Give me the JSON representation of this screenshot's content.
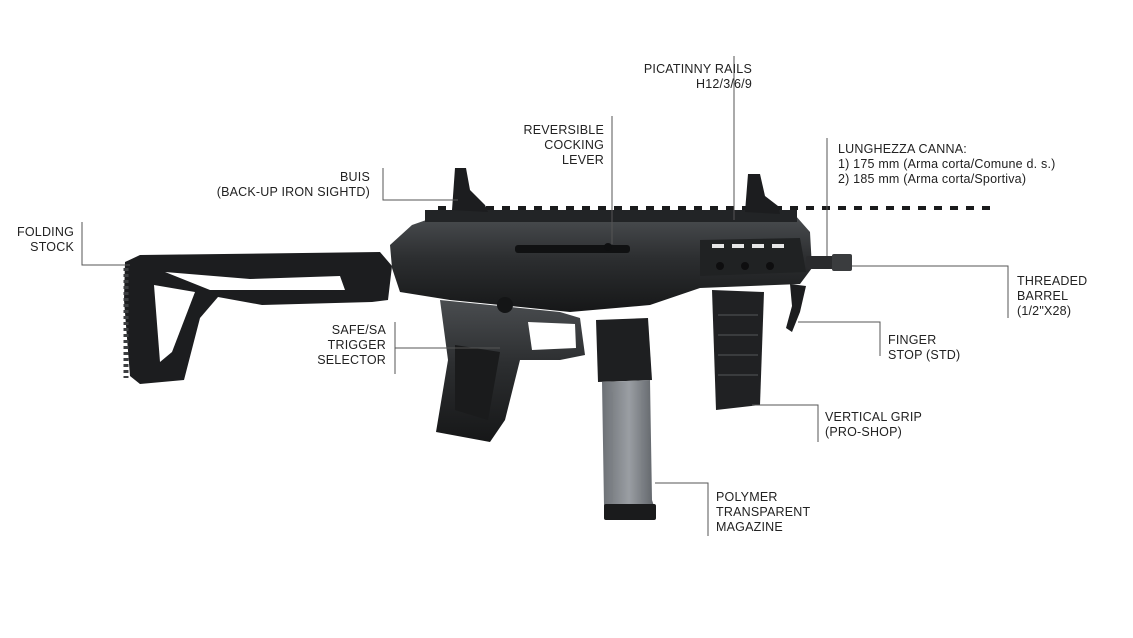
{
  "colors": {
    "background": "#ffffff",
    "text": "#222222",
    "leader": "#555555",
    "body": "#2c2e30",
    "body_dark": "#161718",
    "body_light": "#4a4d50",
    "magazine": "#8a8e93"
  },
  "callouts": {
    "picatinny": {
      "line1": "PICATINNY RAILS",
      "line2": "H12/3/6/9"
    },
    "cocking": {
      "line1": "REVERSIBLE",
      "line2": "COCKING",
      "line3": "LEVER"
    },
    "buis": {
      "line1": "BUIS",
      "line2": "(BACK-UP IRON SIGHTD)"
    },
    "stock": {
      "line1": "FOLDING",
      "line2": "STOCK"
    },
    "barrel_length": {
      "title": "LUNGHEZZA CANNA:",
      "item1": "1)    175 mm (Arma corta/Comune d. s.)",
      "item2": "2)    185 mm (Arma corta/Sportiva)"
    },
    "threaded": {
      "line1": "THREADED",
      "line2": "BARREL",
      "line3": "(1/2\"X28)"
    },
    "safe": {
      "line1": "SAFE/SA",
      "line2": "TRIGGER",
      "line3": "SELECTOR"
    },
    "finger": {
      "line1": "FINGER",
      "line2": "STOP (STD)"
    },
    "grip": {
      "line1": "VERTICAL GRIP",
      "line2": "(PRO-SHOP)"
    },
    "magazine": {
      "line1": "POLYMER",
      "line2": "TRANSPARENT",
      "line3": "MAGAZINE"
    }
  }
}
